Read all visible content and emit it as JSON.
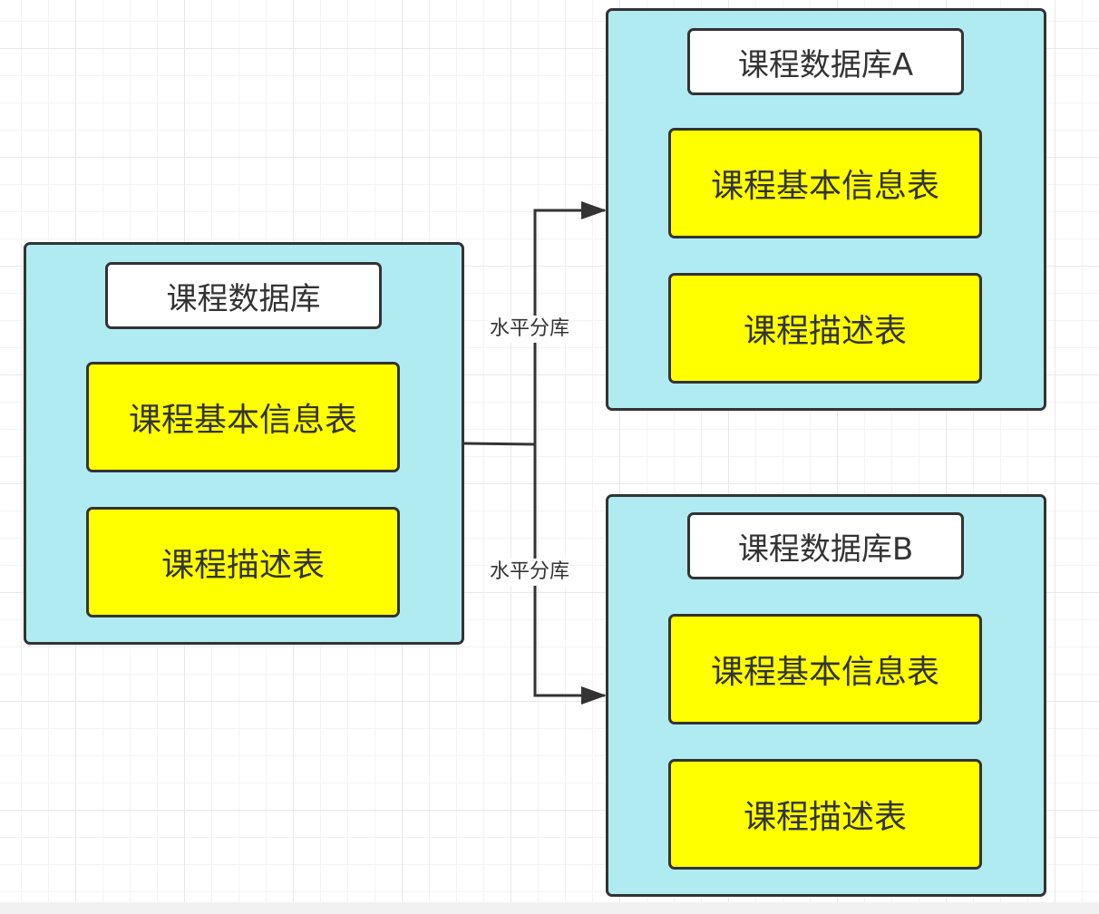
{
  "source_db": {
    "title": "课程数据库",
    "tables": [
      "课程基本信息表",
      "课程描述表"
    ]
  },
  "target_dbs": [
    {
      "title": "课程数据库A",
      "tables": [
        "课程基本信息表",
        "课程描述表"
      ]
    },
    {
      "title": "课程数据库B",
      "tables": [
        "课程基本信息表",
        "课程描述表"
      ]
    }
  ],
  "connectors": {
    "top_label": "水平分库",
    "bottom_label": "水平分库"
  },
  "colors": {
    "container_fill": "#b1ebf2",
    "table_fill": "#ffff00",
    "title_fill": "#ffffff",
    "stroke": "#333333"
  }
}
